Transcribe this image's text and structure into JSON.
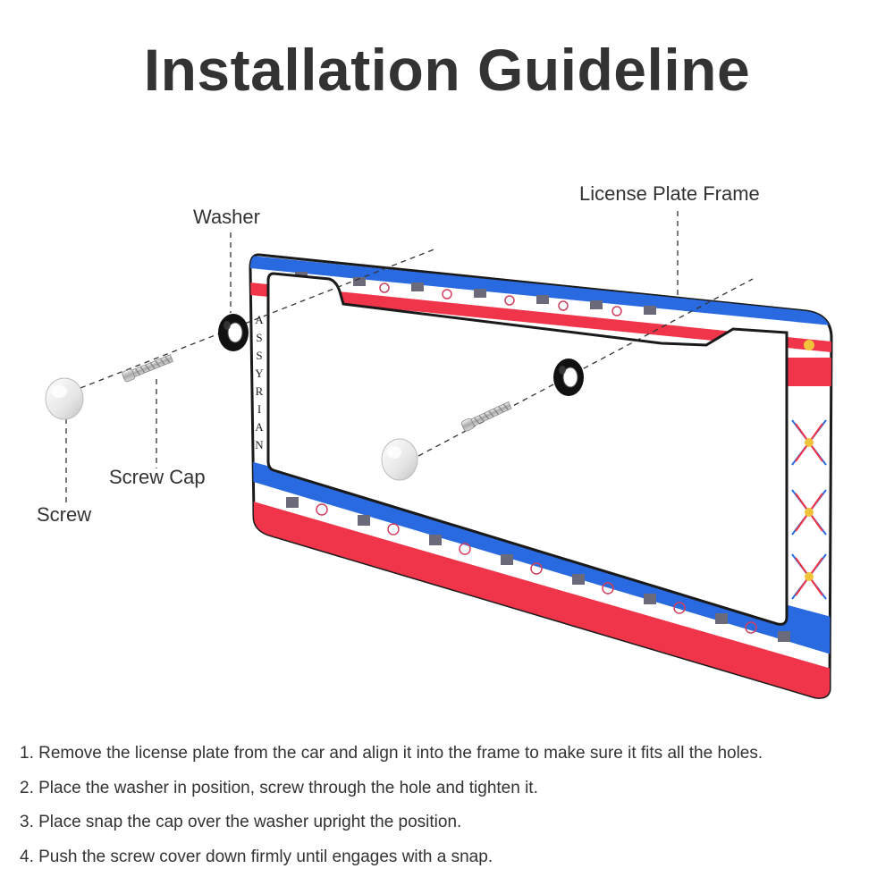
{
  "title": "Installation Guideline",
  "callouts": {
    "license_plate_frame": "License Plate Frame",
    "washer": "Washer",
    "screw_cap": "Screw Cap",
    "screw": "Screw"
  },
  "frame_text": [
    "A",
    "S",
    "S",
    "Y",
    "R",
    "I",
    "A",
    "N"
  ],
  "colors": {
    "blue": "#2a6ae0",
    "red": "#f0344a",
    "border": "#1a1a1a",
    "text": "#333333"
  },
  "steps": [
    "1. Remove the license plate from the car and align it into the frame to make sure it fits all the holes.",
    "2. Place the washer in position, screw through the hole and tighten it.",
    "3. Place snap the cap over the washer upright the position.",
    "4. Push the screw cover down firmly until engages with a snap."
  ]
}
